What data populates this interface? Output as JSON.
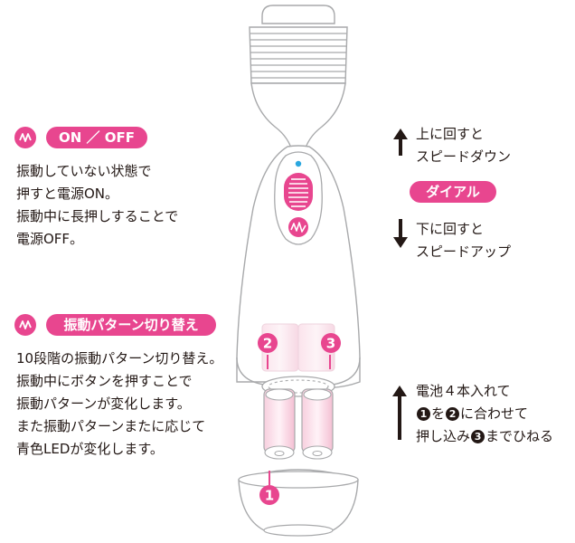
{
  "onoff": {
    "label": "ON ／ OFF",
    "lines": [
      "振動していない状態で",
      "押すと電源ON。",
      "振動中に長押しすることで",
      "電源OFF。"
    ]
  },
  "pattern": {
    "label": "振動パターン切り替え",
    "lines": [
      "10段階の振動パターン切り替え。",
      "振動中にボタンを押すことで",
      "振動パターンが変化します。",
      "また振動パターンまたに応じて",
      "青色LEDが変化します。"
    ]
  },
  "dial": {
    "label": "ダイアル",
    "up_lines": [
      "上に回すと",
      "スピードダウン"
    ],
    "down_lines": [
      "下に回すと",
      "スピードアップ"
    ]
  },
  "battery": {
    "line1": "電池４本入れて",
    "line2_num1": "1",
    "line2_a": "を",
    "line2_num2": "2",
    "line2_b": "に合わせて",
    "line3_a": "押し込み",
    "line3_num": "3",
    "line3_b": "までひねる"
  },
  "markers": {
    "m1": "1",
    "m2": "2",
    "m3": "3"
  },
  "colors": {
    "accent": "#e8468f",
    "outline": "#a8a9ab",
    "pink_light": "#f6c6d9",
    "led": "#2aa7df"
  },
  "icons": {
    "button_badge": "vibration-wave-icon"
  }
}
